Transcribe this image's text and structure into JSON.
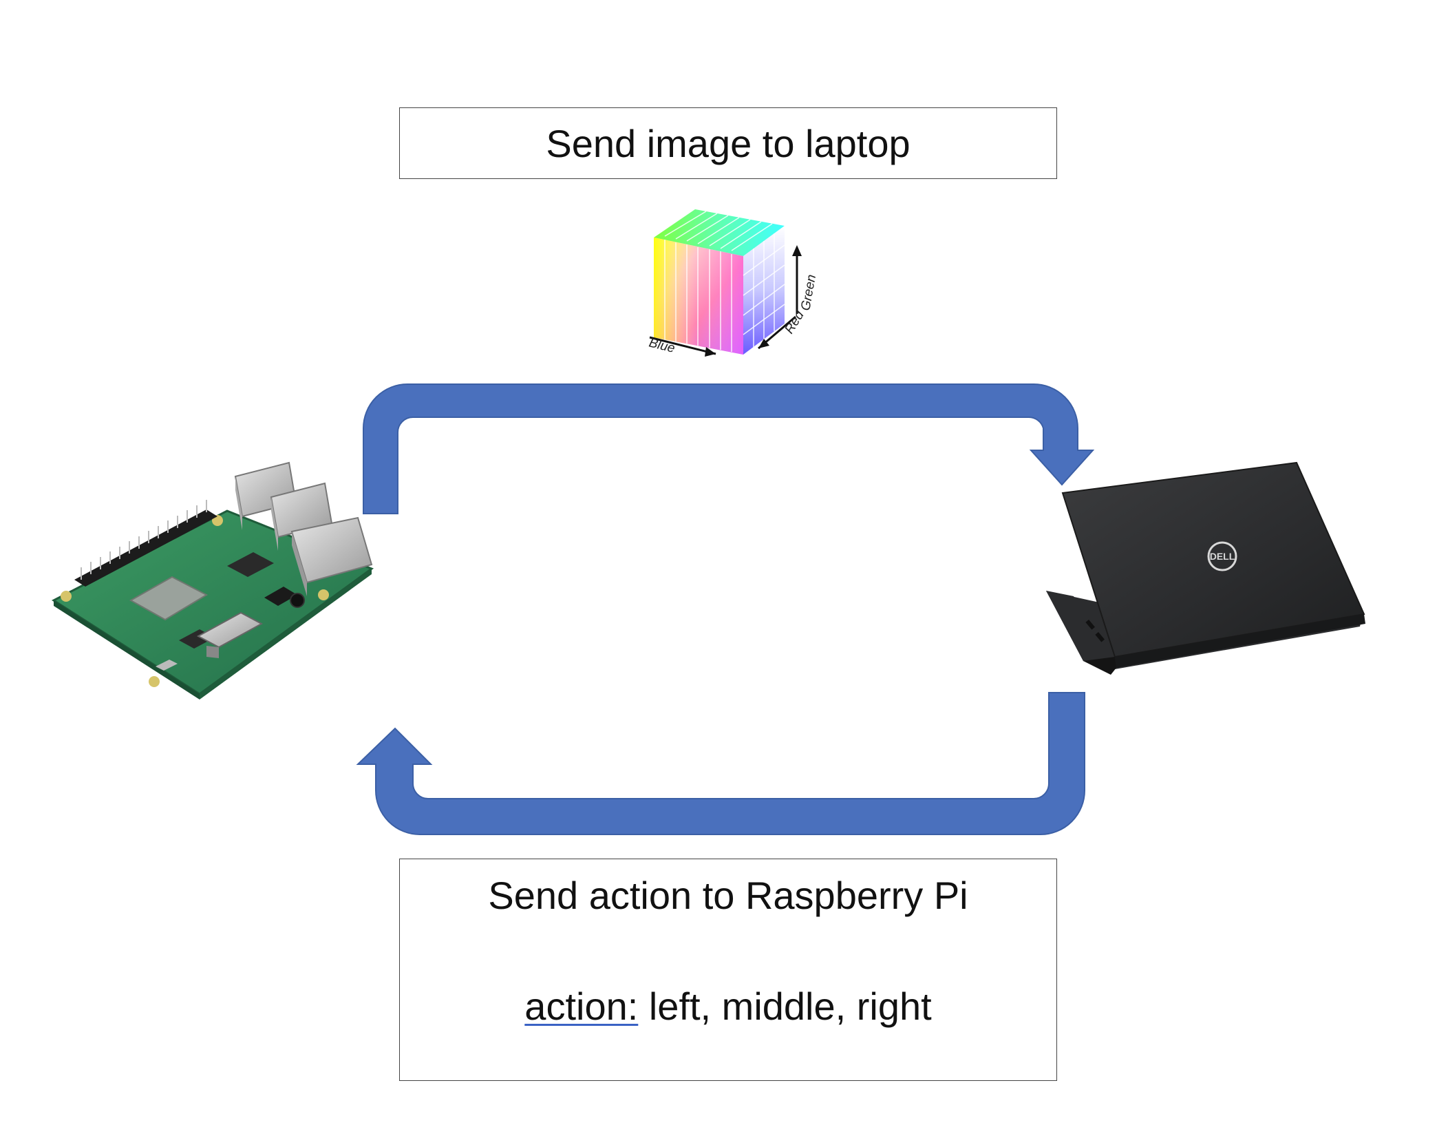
{
  "boxes": {
    "top_label": "Send image to laptop",
    "bottom_title": "Send action to Raspberry Pi",
    "bottom_action_key": "action:",
    "bottom_action_values": " left, middle, right"
  },
  "cube": {
    "axis_blue": "Blue",
    "axis_red": "Red",
    "axis_green": "Green"
  },
  "laptop": {
    "logo_text": "DELL"
  },
  "colors": {
    "arrow": "#4a70bd",
    "arrow_stroke": "#3b5fa5",
    "laptop_body": "#2f3032",
    "pcb": "#2e8b57"
  }
}
